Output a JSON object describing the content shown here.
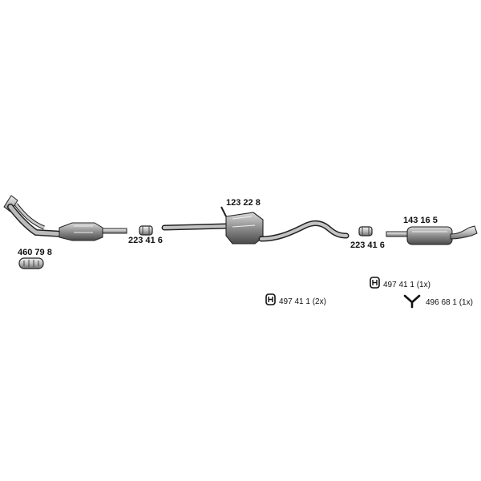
{
  "parts": {
    "p460798": "460 79 8",
    "p223416a": "223 41 6",
    "p123228": "123 22 8",
    "p223416b": "223 41 6",
    "p143165": "143 16 5"
  },
  "fittings": {
    "f497411_2": "497 41 1 (2x)",
    "f497411_1": "497 41 1 (1x)",
    "f496681_1": "496 68 1 (1x)"
  }
}
